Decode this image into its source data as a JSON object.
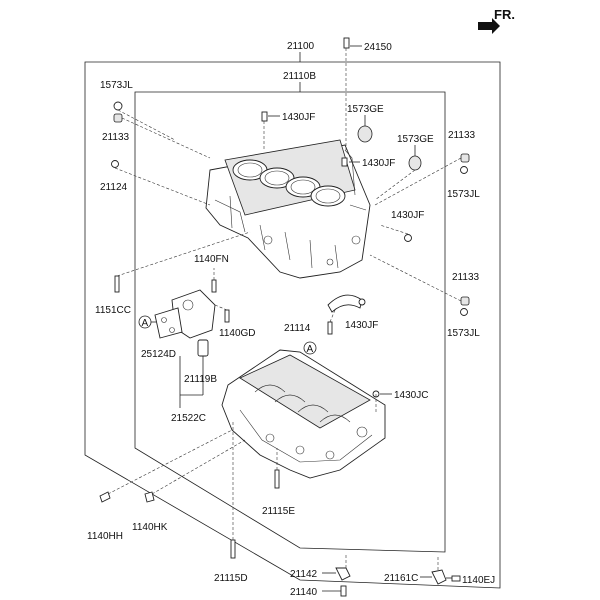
{
  "direction": {
    "label": "FR."
  },
  "labels": {
    "p21100": "21100",
    "p24150": "24150",
    "p21110B": "21110B",
    "p1573JL_a": "1573JL",
    "p1430JF_a": "1430JF",
    "p1573GE_a": "1573GE",
    "p21133_a": "21133",
    "p1573GE_b": "1573GE",
    "p21133_b": "21133",
    "p1430JF_b": "1430JF",
    "p21124": "21124",
    "p1573JL_b": "1573JL",
    "p1430JF_c": "1430JF",
    "p1140FN": "1140FN",
    "p21133_c": "21133",
    "p1151CC": "1151CC",
    "p1140GD": "1140GD",
    "p21114": "21114",
    "p1430JF_d": "1430JF",
    "p1573JL_c": "1573JL",
    "p25124D": "25124D",
    "p21119B": "21119B",
    "p1430JC": "1430JC",
    "p21522C": "21522C",
    "p21115E": "21115E",
    "p1140HH": "1140HH",
    "p1140HK": "1140HK",
    "p21115D": "21115D",
    "p21142": "21142",
    "p21161C": "21161C",
    "p1140EJ": "1140EJ",
    "p21140": "21140"
  },
  "markers": {
    "a1": "A",
    "a2": "A"
  }
}
